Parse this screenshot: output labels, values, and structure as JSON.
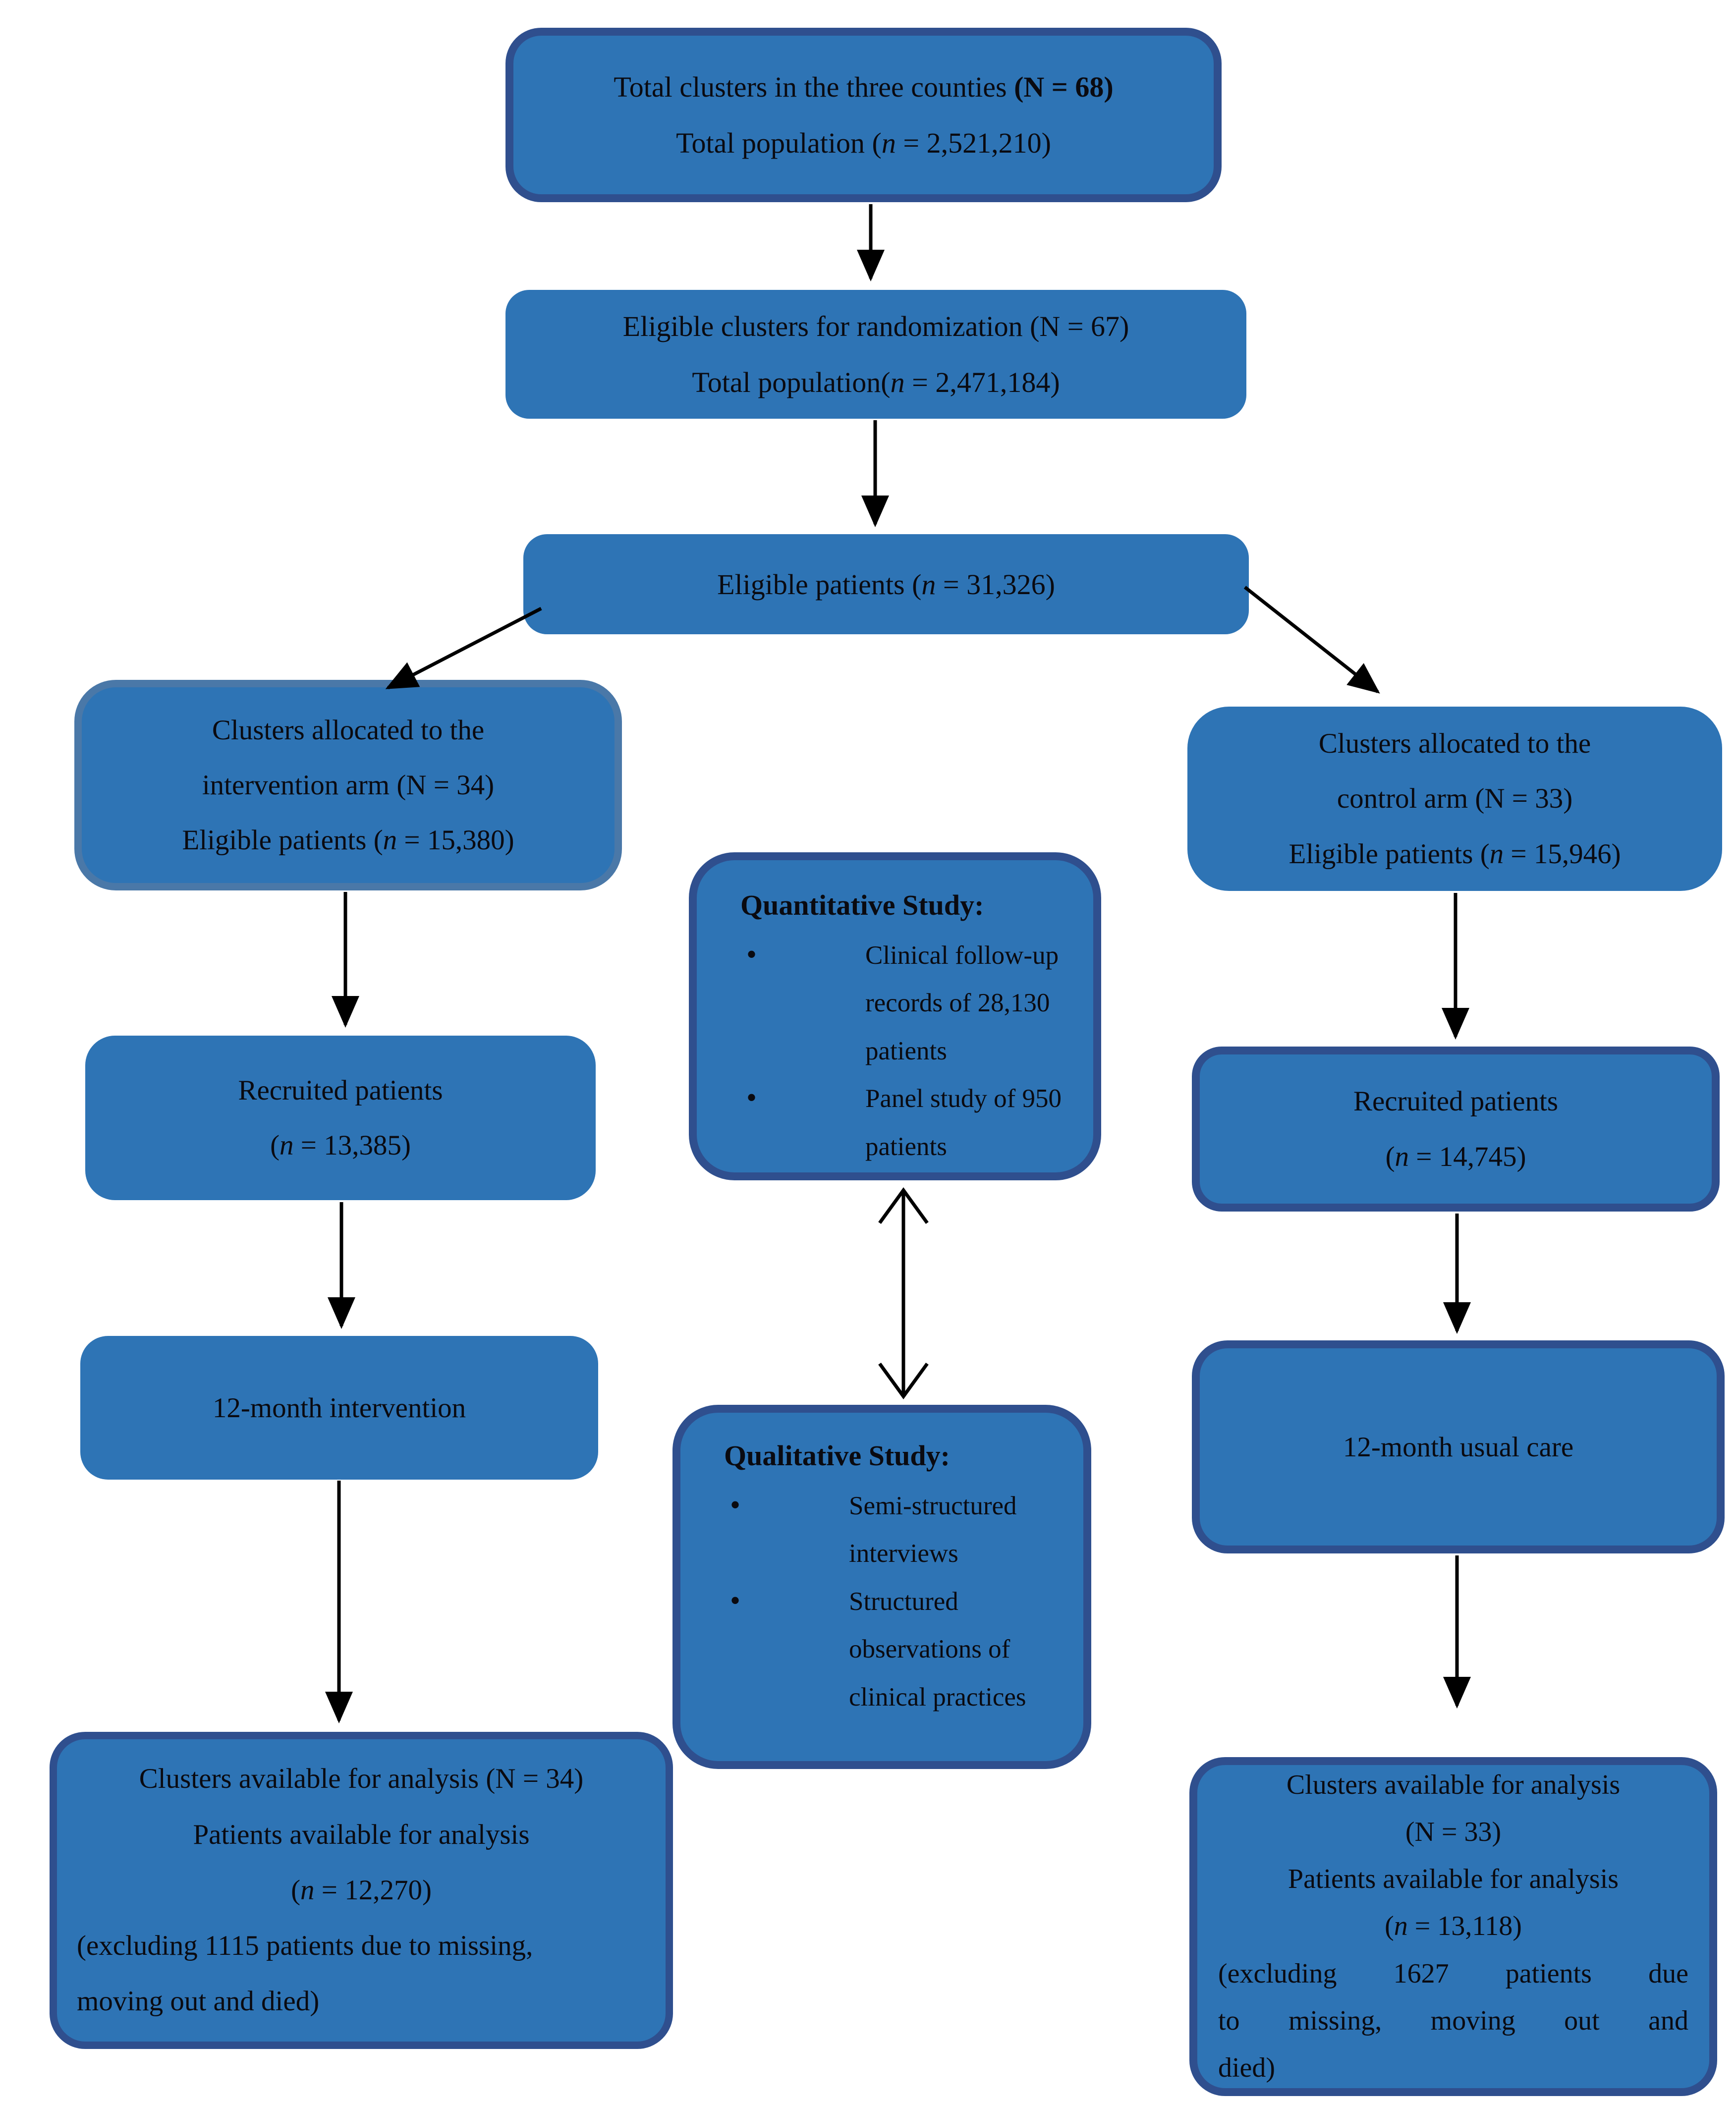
{
  "colors": {
    "fill": "#2E74B5",
    "navy": "#2F4F8E",
    "muted": "#4A78A8",
    "text": "#0a0a10",
    "arrow": "#000000",
    "bg": "#ffffff"
  },
  "glyphs": {
    "bullet": "•"
  },
  "boxes": {
    "total": {
      "lines": [
        "Total clusters in the three counties **(N = 68)**",
        "Total population (*n* = 2,521,210)"
      ]
    },
    "eligible_clusters": {
      "lines": [
        "Eligible clusters for randomization (N = 67)",
        "Total population(*n* = 2,471,184)"
      ]
    },
    "eligible_patients": {
      "lines": [
        "Eligible patients (*n* = 31,326)"
      ]
    },
    "intervention_allocation": {
      "lines": [
        "Clusters allocated to the",
        "intervention arm (N = 34)",
        "Eligible patients (*n* = 15,380)"
      ]
    },
    "control_allocation": {
      "lines": [
        "Clusters allocated to the",
        "control arm (N = 33)",
        "Eligible patients (*n* = 15,946)"
      ]
    },
    "quantitative": {
      "header": "Quantitative Study:",
      "bullets": [
        "Clinical follow-up records of 28,130 patients",
        "Panel study of 950 patients"
      ]
    },
    "recruited_intervention": {
      "lines": [
        "Recruited patients",
        "(*n* = 13,385)"
      ]
    },
    "recruited_control": {
      "lines": [
        "Recruited patients",
        "(*n* = 14,745)"
      ]
    },
    "twelve_month_intervention": {
      "lines": [
        "12-month intervention"
      ]
    },
    "twelve_month_control": {
      "lines": [
        "12-month usual care"
      ]
    },
    "qualitative": {
      "header": "Qualitative Study:",
      "bullets": [
        "Semi-structured interviews",
        "Structured observations of clinical practices"
      ]
    },
    "analysis_intervention": {
      "lines": [
        "Clusters available for analysis (N = 34)",
        "Patients available for analysis",
        "(*n* = 12,270)",
        "(excluding 1115 patients due to missing,",
        "moving out and died)"
      ]
    },
    "analysis_control": {
      "lines": [
        "Clusters available for analysis",
        "(N = 33)",
        "Patients available for analysis",
        "(*n* = 13,118)",
        "(excluding 1627 patients due",
        "to missing, moving out and",
        "died)"
      ]
    }
  }
}
